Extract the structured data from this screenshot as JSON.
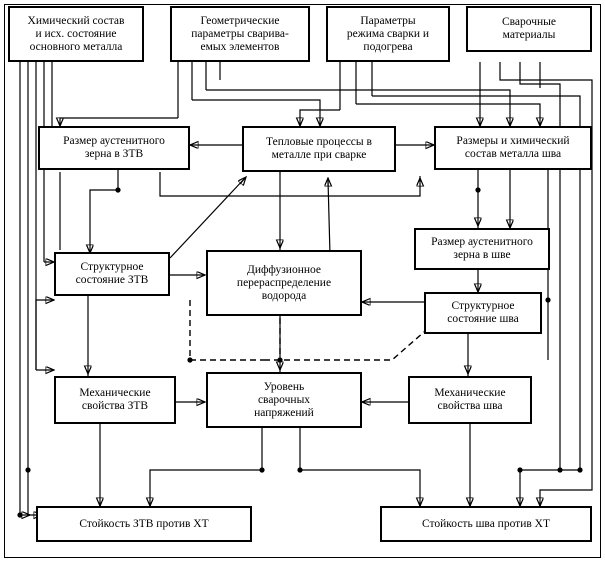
{
  "diagram": {
    "title": "",
    "type": "block-flow-diagram",
    "language": "ru",
    "nodes": [
      {
        "id": "n1",
        "label": "Химический состав\nи исх. состояние\nосновного металла"
      },
      {
        "id": "n2",
        "label": "Геометрические\nпараметры сварива-\nемых элементов"
      },
      {
        "id": "n3",
        "label": "Параметры\nрежима сварки и\nподогрева"
      },
      {
        "id": "n4",
        "label": "Сварочные\nматериалы"
      },
      {
        "id": "n5",
        "label": "Размер аустенитного\nзерна в ЗТВ"
      },
      {
        "id": "n6",
        "label": "Тепловые процессы в\nметалле при сварке"
      },
      {
        "id": "n7",
        "label": "Размеры и химический\nсостав металла шва"
      },
      {
        "id": "n8",
        "label": "Размер аустенитного\nзерна в шве"
      },
      {
        "id": "n9",
        "label": "Структурное\nсостояние ЗТВ"
      },
      {
        "id": "n10",
        "label": "Диффузионное\nперераспределение\nводорода"
      },
      {
        "id": "n11",
        "label": "Структурное\nсостояние шва"
      },
      {
        "id": "n12",
        "label": "Механические\nсвойства ЗТВ"
      },
      {
        "id": "n13",
        "label": "Уровень\nсварочных\nнапряжений"
      },
      {
        "id": "n14",
        "label": "Механические\nсвойства шва"
      },
      {
        "id": "n15",
        "label": "Стойкость ЗТВ против ХТ"
      },
      {
        "id": "n16",
        "label": "Стойкость шва против ХТ"
      }
    ],
    "colors": {
      "background": "#ffffff",
      "line": "#000000",
      "box_border": "#000000",
      "text": "#000000"
    }
  }
}
